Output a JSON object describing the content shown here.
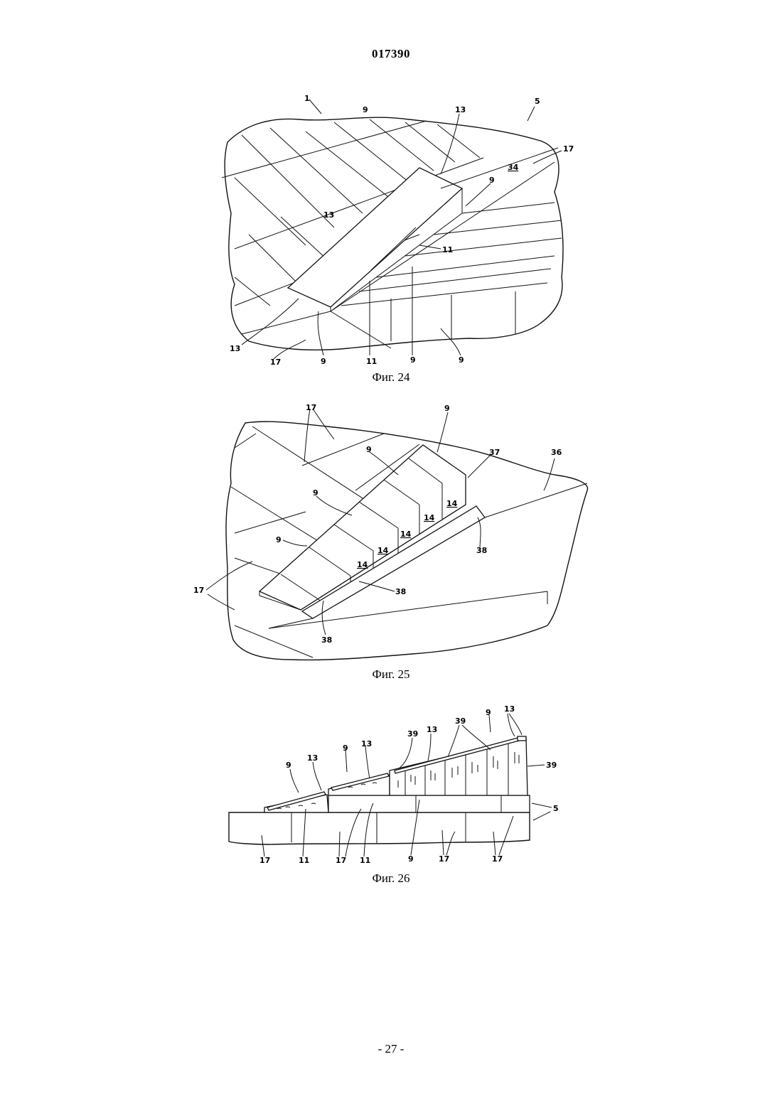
{
  "header": {
    "doc_number": "017390"
  },
  "figures": [
    {
      "caption": "Фиг. 24",
      "labels": {
        "a": "1",
        "b": "9",
        "c": "13",
        "d": "5",
        "e": "17",
        "f": "34",
        "g": "9",
        "h": "13",
        "i": "11",
        "j": "13",
        "k": "17",
        "l": "9",
        "m": "11",
        "n": "9",
        "o": "9"
      }
    },
    {
      "caption": "Фиг. 25",
      "labels": {
        "a": "17",
        "b": "9",
        "c": "9",
        "d": "37",
        "e": "36",
        "f": "9",
        "g": "14",
        "h": "9",
        "i": "14",
        "j": "14",
        "k": "14",
        "l": "14",
        "m": "38",
        "n": "17",
        "o": "38",
        "p": "38"
      }
    },
    {
      "caption": "Фиг. 26",
      "labels": {
        "a": "9",
        "b": "13",
        "c": "9",
        "d": "13",
        "e": "39",
        "f": "13",
        "g": "39",
        "h": "9",
        "i": "13",
        "j": "39",
        "k": "5",
        "l": "17",
        "m": "11",
        "n": "17",
        "o": "11",
        "p": "9",
        "q": "17",
        "r": "17"
      }
    }
  ],
  "footer": {
    "page_number": "- 27 -"
  }
}
